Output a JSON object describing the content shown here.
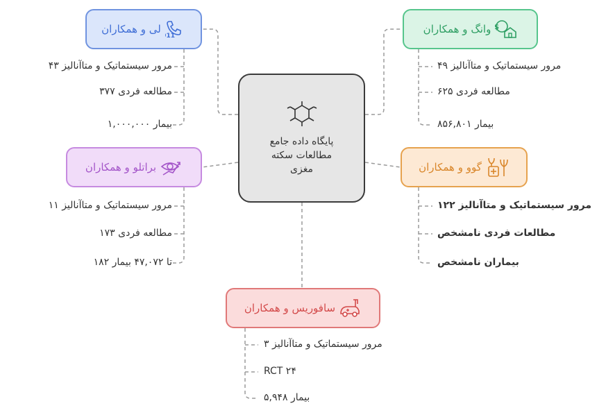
{
  "center": {
    "title": "پایگاه داده جامع\nمطالعات سکته\nمغزی",
    "icon": "molecule-icon"
  },
  "nodes": {
    "lee": {
      "label": "لی و همکاران",
      "icon": "phone-911-icon",
      "color": "#6f93e0",
      "items": [
        "مرور سیستماتیک و متاآنالیز ۴۳",
        "مطالعه فردی ۳۷۷",
        "بیمار ۱,۰۰۰,۰۰۰"
      ]
    },
    "wang": {
      "label": "وانگ و همکاران",
      "icon": "house-money-icon",
      "color": "#56c58c",
      "items": [
        "مرور سیستماتیک و متاآنالیز ۴۹",
        "مطالعه فردی ۶۲۵",
        "بیمار ۸۵۶,۸۰۱"
      ]
    },
    "brattelo": {
      "label": "براتلو و همکاران",
      "icon": "eye-chart-icon",
      "color": "#c68ae0",
      "items": [
        "مرور سیستماتیک و متاآنالیز ۱۱",
        "مطالعه فردی ۱۷۳",
        "تا ۴۷,۰۷۲ بیمار ۱۸۲"
      ]
    },
    "guo": {
      "label": "گوو و همکاران",
      "icon": "health-plant-icon",
      "color": "#e6a24e",
      "items": [
        "مرور سیستماتیک و متاآنالیز ۱۲۲",
        "مطالعات فردی نامشخص",
        "بیماران نامشخص"
      ]
    },
    "safavris": {
      "label": "سافوریس و همکاران",
      "icon": "ambulance-icon",
      "color": "#e07878",
      "items": [
        "مرور سیستماتیک و متاآنالیز ۳",
        "RCT ۲۴",
        "بیمار ۵,۹۴۸"
      ]
    }
  }
}
